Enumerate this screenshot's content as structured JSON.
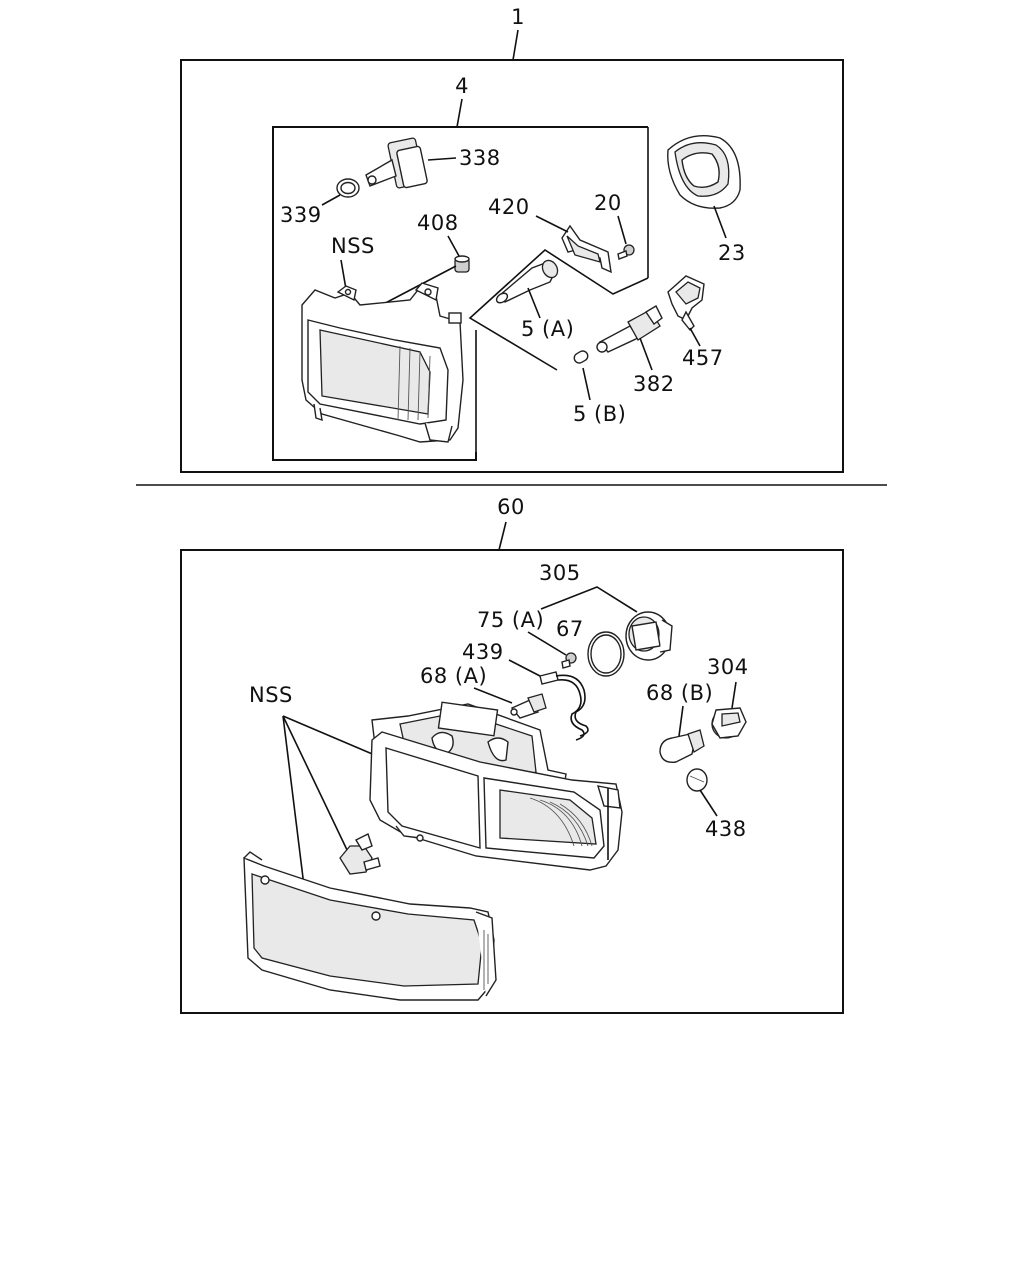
{
  "top_assembly": {
    "label": "1",
    "sub_assembly": {
      "label": "4",
      "callouts": {
        "p338": "338",
        "p339": "339",
        "p408": "408",
        "nss": "NSS",
        "p420": "420",
        "p20": "20",
        "p5a": "5 (A)",
        "p5b": "5 (B)"
      }
    },
    "callouts": {
      "p23": "23",
      "p457": "457",
      "p382": "382"
    }
  },
  "bottom_assembly": {
    "label": "60",
    "callouts": {
      "p305": "305",
      "p75a": "75 (A)",
      "p67": "67",
      "p439": "439",
      "p68a": "68 (A)",
      "p304": "304",
      "p68b": "68 (B)",
      "nss": "NSS",
      "p438": "438"
    }
  }
}
